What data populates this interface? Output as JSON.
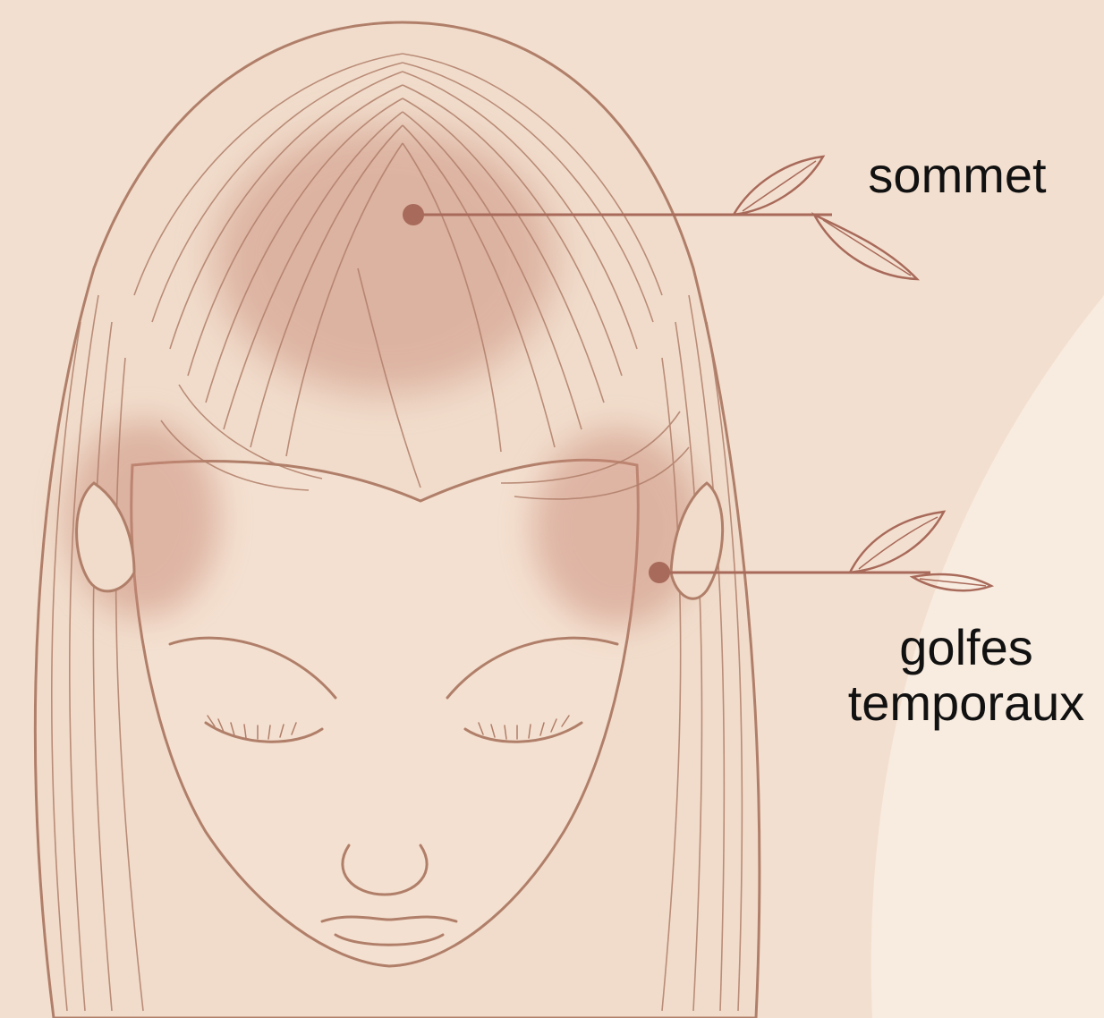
{
  "labels": {
    "vertex": "sommet",
    "temples_line1": "golfes",
    "temples_line2": "temporaux"
  },
  "colors": {
    "background": "#f3dfcf",
    "background_light": "#f8ebdf",
    "skin": "#f1dccb",
    "line": "#b07f6a",
    "thinning_patch": "#c98a78",
    "callout": "#a86a5a",
    "text": "#111111"
  },
  "illustration": {
    "subject": "woman-head-front-eyes-closed",
    "thinning_zones": [
      "vertex",
      "left-temple",
      "right-temple"
    ],
    "callout_marker": "leaf-branch-icon"
  }
}
